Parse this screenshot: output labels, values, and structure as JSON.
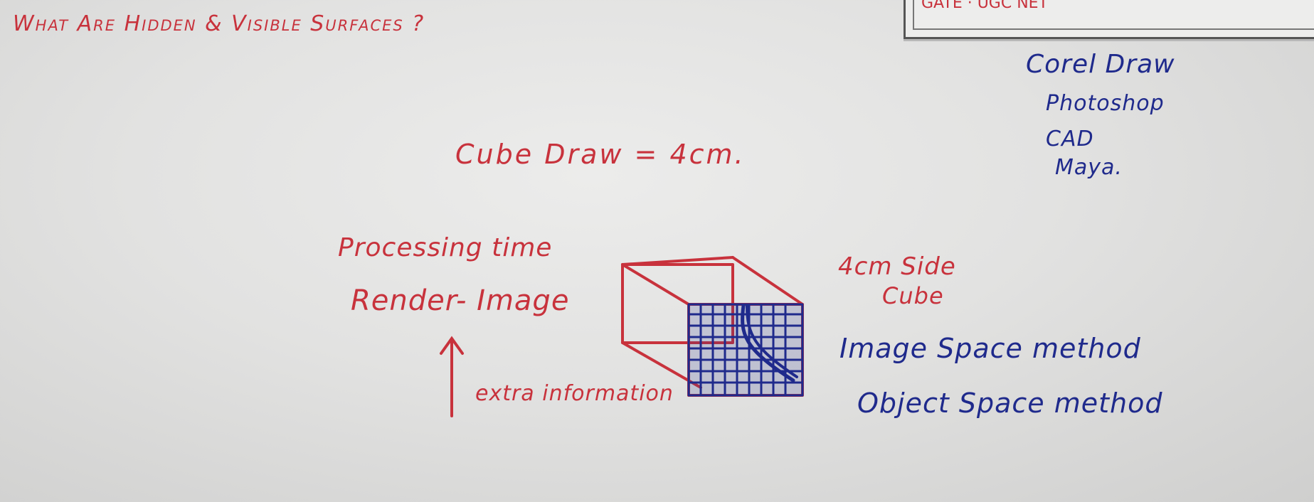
{
  "board": {
    "title": "What Are Hidden & Visible Surfaces ?",
    "cube_draw": "Cube Draw = 4cm.",
    "processing_time": "Processing time",
    "render_image": "Render- Image",
    "extra_information": "extra information",
    "side_cube_line1": "4cm Side",
    "side_cube_line2": "Cube",
    "image_space_method": "Image Space method",
    "object_space_method": "Object Space method",
    "software": [
      "Corel Draw",
      "Photoshop",
      "CAD",
      "Maya."
    ],
    "top_right_label": "GATE · UGC NET"
  },
  "colors": {
    "red_marker": "#c8323c",
    "blue_marker": "#1f2a8c",
    "board": "#e4e4e3"
  },
  "icons": [
    "arrow-up-icon",
    "cube-drawing-icon"
  ]
}
